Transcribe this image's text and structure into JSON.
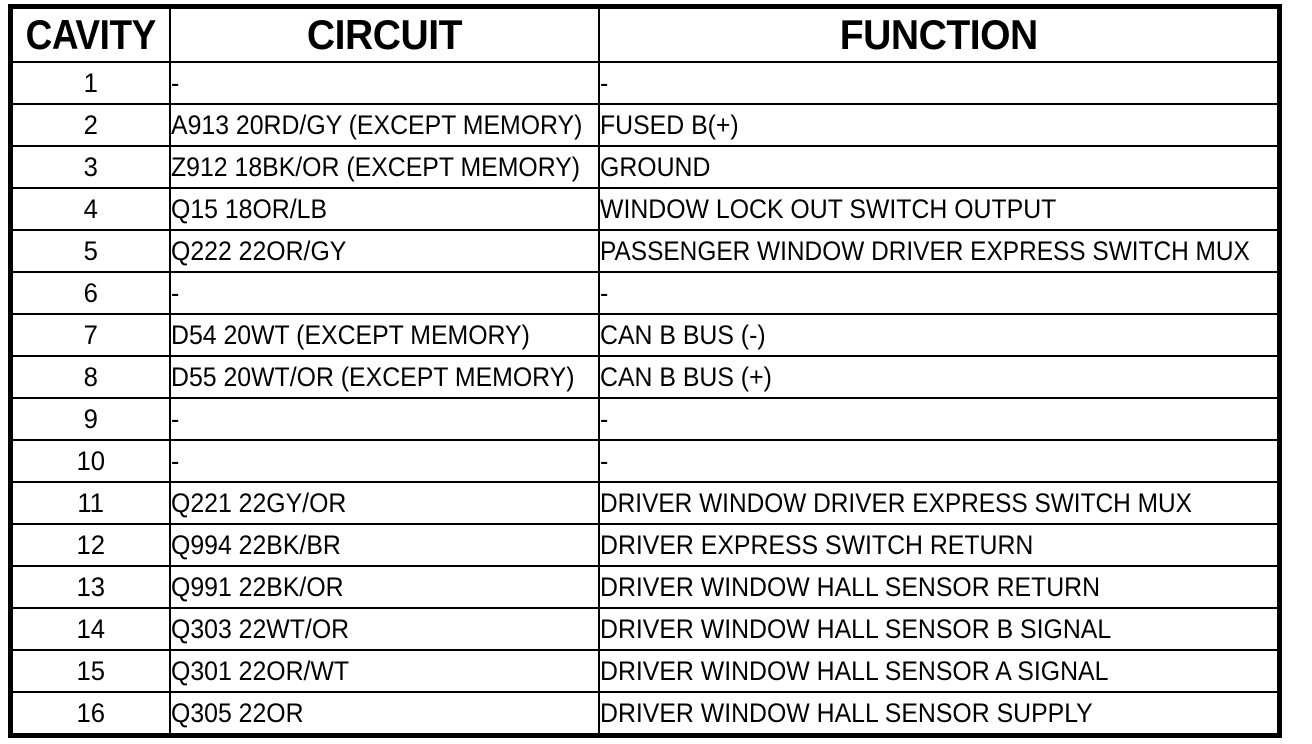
{
  "table": {
    "name": "connector-pinout-table",
    "columns": [
      {
        "key": "cavity",
        "label": "CAVITY"
      },
      {
        "key": "circuit",
        "label": "CIRCUIT"
      },
      {
        "key": "function",
        "label": "FUNCTION"
      }
    ],
    "rows": [
      {
        "cavity": "1",
        "circuit": "-",
        "function": "-"
      },
      {
        "cavity": "2",
        "circuit": "A913 20RD/GY (EXCEPT MEMORY)",
        "function": "FUSED B(+)"
      },
      {
        "cavity": "3",
        "circuit": "Z912 18BK/OR (EXCEPT MEMORY)",
        "function": "GROUND"
      },
      {
        "cavity": "4",
        "circuit": "Q15 18OR/LB",
        "function": "WINDOW LOCK OUT SWITCH OUTPUT"
      },
      {
        "cavity": "5",
        "circuit": "Q222 22OR/GY",
        "function": "PASSENGER WINDOW DRIVER EXPRESS SWITCH MUX"
      },
      {
        "cavity": "6",
        "circuit": "-",
        "function": "-"
      },
      {
        "cavity": "7",
        "circuit": "D54 20WT (EXCEPT MEMORY)",
        "function": "CAN B BUS (-)"
      },
      {
        "cavity": "8",
        "circuit": "D55 20WT/OR (EXCEPT MEMORY)",
        "function": "CAN B BUS (+)"
      },
      {
        "cavity": "9",
        "circuit": "-",
        "function": "-"
      },
      {
        "cavity": "10",
        "circuit": "-",
        "function": "-"
      },
      {
        "cavity": "11",
        "circuit": "Q221 22GY/OR",
        "function": "DRIVER WINDOW DRIVER EXPRESS SWITCH MUX"
      },
      {
        "cavity": "12",
        "circuit": "Q994 22BK/BR",
        "function": "DRIVER EXPRESS SWITCH RETURN"
      },
      {
        "cavity": "13",
        "circuit": "Q991 22BK/OR",
        "function": "DRIVER WINDOW HALL SENSOR RETURN"
      },
      {
        "cavity": "14",
        "circuit": "Q303 22WT/OR",
        "function": "DRIVER WINDOW HALL SENSOR B SIGNAL"
      },
      {
        "cavity": "15",
        "circuit": "Q301 22OR/WT",
        "function": "DRIVER WINDOW HALL SENSOR A SIGNAL"
      },
      {
        "cavity": "16",
        "circuit": "Q305 22OR",
        "function": "DRIVER WINDOW HALL SENSOR SUPPLY"
      }
    ]
  },
  "style": {
    "page_background": "#ffffff",
    "text_color": "#000000",
    "border_color": "#000000"
  }
}
